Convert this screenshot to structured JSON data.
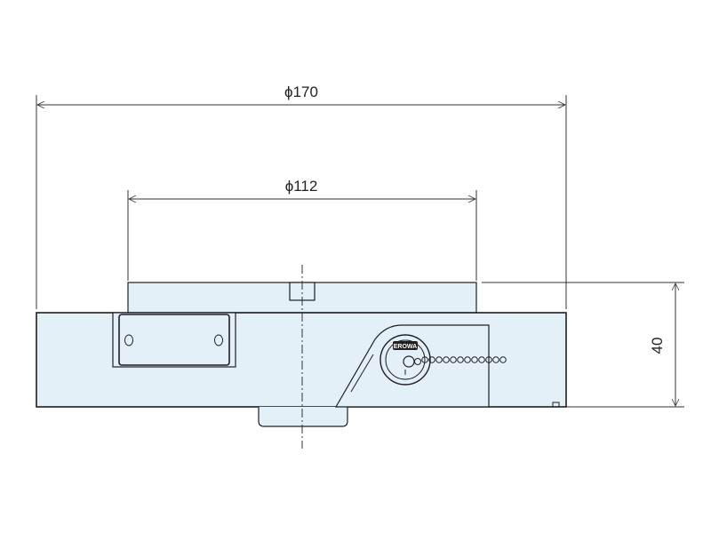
{
  "dimensions": {
    "outer_diameter": "ϕ170",
    "inner_diameter": "ϕ112",
    "height": "40"
  },
  "logo": {
    "text": "EROWA"
  },
  "colors": {
    "body_fill": "#e3f0f8",
    "outline": "#1f1f1f",
    "dimension_line": "#333333",
    "background": "#ffffff"
  }
}
